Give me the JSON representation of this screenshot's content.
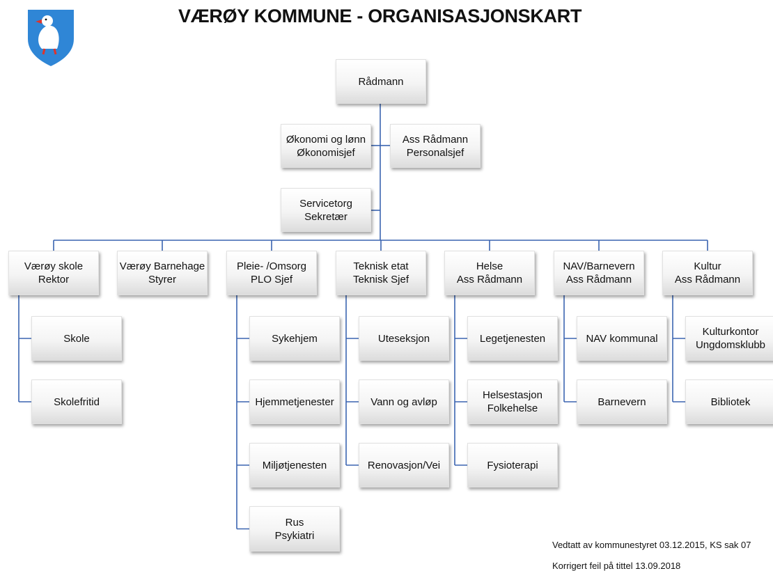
{
  "title": "VÆRØY KOMMUNE - ORGANISASJONSKART",
  "crest": {
    "icon": "puffin-crest-icon",
    "shield_color": "#2f86d6",
    "bird_color": "#ffffff",
    "beak_color": "#e0332b"
  },
  "chart": {
    "line_color": "#3a64b0",
    "top": {
      "line1": "Rådmann"
    },
    "staff": [
      {
        "line1": "Økonomi og lønn",
        "line2": "Økonomisjef"
      },
      {
        "line1": "Ass Rådmann",
        "line2": "Personalsjef"
      },
      {
        "line1": "Servicetorg",
        "line2": "Sekretær"
      }
    ],
    "units": [
      {
        "line1": "Værøy skole",
        "line2": "Rektor",
        "subs": [
          {
            "line1": "Skole"
          },
          {
            "line1": "Skolefritid"
          }
        ]
      },
      {
        "line1": "Værøy Barnehage",
        "line2": "Styrer",
        "subs": []
      },
      {
        "line1": "Pleie- /Omsorg",
        "line2": "PLO Sjef",
        "subs": [
          {
            "line1": "Sykehjem"
          },
          {
            "line1": "Hjemmetjenester"
          },
          {
            "line1": "Miljøtjenesten"
          },
          {
            "line1": "Rus",
            "line2": "Psykiatri"
          }
        ]
      },
      {
        "line1": "Teknisk etat",
        "line2": "Teknisk Sjef",
        "subs": [
          {
            "line1": "Uteseksjon"
          },
          {
            "line1": "Vann og avløp"
          },
          {
            "line1": "Renovasjon/Vei"
          }
        ]
      },
      {
        "line1": "Helse",
        "line2": "Ass Rådmann",
        "subs": [
          {
            "line1": "Legetjenesten"
          },
          {
            "line1": "Helsestasjon",
            "line2": "Folkehelse"
          },
          {
            "line1": "Fysioterapi"
          }
        ]
      },
      {
        "line1": "NAV/Barnevern",
        "line2": "Ass Rådmann",
        "subs": [
          {
            "line1": "NAV kommunal"
          },
          {
            "line1": "Barnevern"
          }
        ]
      },
      {
        "line1": "Kultur",
        "line2": "Ass Rådmann",
        "subs": [
          {
            "line1": "Kulturkontor",
            "line2": "Ungdomsklubb"
          },
          {
            "line1": "Bibliotek"
          }
        ]
      }
    ]
  },
  "notes": {
    "adopted": "Vedtatt av kommunestyret 03.12.2015, KS sak 07",
    "corrected": "Korrigert feil på tittel 13.09.2018"
  }
}
